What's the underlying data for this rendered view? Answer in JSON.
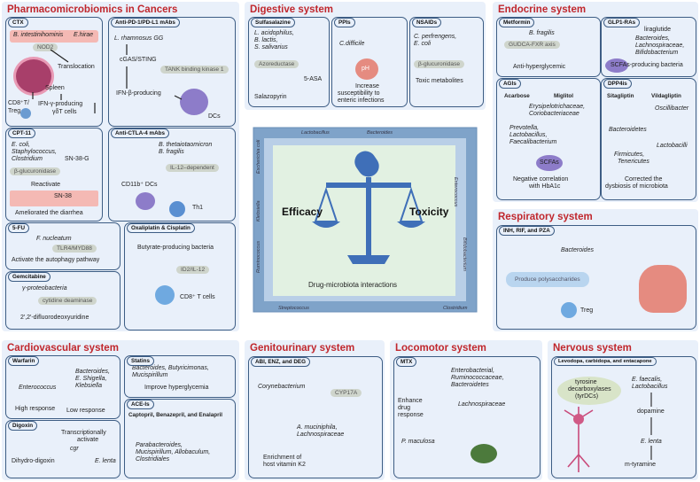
{
  "colors": {
    "panel_bg": "#e9f0fa",
    "title_red": "#c0272d",
    "border_navy": "#3d5d84",
    "enzyme_pill": "#cfd5cc",
    "scale_blue": "#3f6fb8"
  },
  "cancer": {
    "title": "Pharmacomicrobiomics in Cancers",
    "ctx": {
      "tag": "CTX",
      "b1": "B. intestinihominis",
      "b2": "E.hirae",
      "nod2": "NOD2",
      "translocation": "Translocation",
      "spleen": "Spleen",
      "cd8": "CD8⁺T/",
      "treg": "Treg",
      "ifn1": "IFN-γ-producing",
      "ifn2": "γδT cells"
    },
    "pd1": {
      "tag": "Anti-PD-1/PD-L1 mAbs",
      "lr": "L. rhamnosus GG",
      "cgas": "cGAS/STING",
      "tank": "TANK binding kinase 1",
      "ifnb": "IFN-β-producing",
      "dcs": "DCs"
    },
    "cpt": {
      "tag": "CPT-11",
      "b1": "E. coli,",
      "b2": "Staphylococcus,",
      "b3": "Clostridium",
      "sn38g": "SN-38-G",
      "enzyme": "β-glucuronidase",
      "reactivate": "Reactivate",
      "sn38": "SN-38",
      "outcome": "Ameliorated the diarrhea"
    },
    "ctla": {
      "tag": "Anti-CTLA-4 mAbs",
      "b1": "B. thetaiotaomicron",
      "b2": "B. fragilis",
      "il12": "IL-12–dependent",
      "cd11": "CD11b⁺ DCs",
      "th1": "Th1"
    },
    "fu": {
      "tag": "5-FU",
      "b1": "F. nucleatum",
      "path": "TLR4/MYD88",
      "outcome": "Activate the autophagy pathway"
    },
    "oxa": {
      "tag": "Oxaliplatin & Cisplatin",
      "b1": "Butyrate-producing bacteria",
      "path": "ID2/IL-12",
      "outcome": "CD8⁺ T cells"
    },
    "gem": {
      "tag": "Gemcitabine",
      "b1": "γ-proteobacteria",
      "enzyme": "cytidine deaminase",
      "outcome": "2′,2′-difluorodeoxyuridine"
    }
  },
  "digestive": {
    "title": "Digestive system",
    "sulfa": {
      "tag": "Sulfasalazine",
      "b1": "L. acidophilus,",
      "b2": "B. lactis,",
      "b3": "S. salivarius",
      "enzyme": "Azoreductase",
      "asa": "5-ASA",
      "drug": "Salazopyrin"
    },
    "ppi": {
      "tag": "PPIs",
      "b1": "C.difficile",
      "ph": "pH",
      "o1": "Increase",
      "o2": "susceptibility to",
      "o3": "enteric infections"
    },
    "nsaid": {
      "tag": "NSAIDs",
      "b1": "C. perfrengens,",
      "b2": "E. coli",
      "enzyme": "β-glucuronidase",
      "outcome": "Toxic metabolites"
    }
  },
  "endocrine": {
    "title": "Endocrine system",
    "met": {
      "tag": "Metformin",
      "b1": "B. fragilis",
      "axis": "GUDCA-FXR axis",
      "outcome": "Anti-hyperglycemic"
    },
    "glp": {
      "tag": "GLP1-RAs",
      "drug": "liraglutide",
      "b1": "Bacteroides,",
      "b2": "Lachnospiraceae,",
      "b3": "Bifidobacterium",
      "scfa": "SCFAs-producing bacteria"
    },
    "agi": {
      "tag": "AGIs",
      "d1": "Acarbose",
      "d2": "Miglitol",
      "b1": "Erysipelotrichaceae,",
      "b2": "Coriobacteriaceae",
      "b3": "Prevotella,",
      "b4": "Lactobacillus,",
      "b5": "Faecalibacterium",
      "scfa": "SCFAs",
      "o1": "Negative correlation",
      "o2": "with HbA1c"
    },
    "dpp": {
      "tag": "DPP4is",
      "d1": "Sitagliptin",
      "d2": "Vildagliptin",
      "b1": "Bacteroidetes",
      "b2": "Oscillibacter",
      "b3": "Firmicutes,",
      "b4": "Tenericutes",
      "b5": "Lactobacilli",
      "o1": "Corrected the",
      "o2": "dysbiosis of microbiota"
    }
  },
  "center": {
    "efficacy": "Efficacy",
    "toxicity": "Toxicity",
    "caption": "Drug-microbiota interactions",
    "bacteria": [
      "Lactobacillus",
      "Bacteroides",
      "Escherichia coli",
      "Klebsiella",
      "Ruminococcus",
      "Enterococcus",
      "Bifidobacterium",
      "Streptococcus",
      "Clostridium"
    ]
  },
  "respiratory": {
    "title": "Respiratory system",
    "tag": "INH, RIF, and PZA",
    "b1": "Bacteroides",
    "enzyme": "Produce polysaccharides",
    "outcome": "Treg"
  },
  "cardio": {
    "title": "Cardiovascular system",
    "war": {
      "tag": "Warfarin",
      "b1": "Bacteroides,",
      "b2": "E. Shigella,",
      "b3": "Klebsiella",
      "b4": "Enterococcus",
      "o1": "High response",
      "o2": "Low response"
    },
    "stat": {
      "tag": "Statins",
      "b1": "Bacteroides, Butyricimonas,",
      "b2": "Mucispirillum",
      "outcome": "Improve hyperglycemia"
    },
    "dig": {
      "tag": "Digoxin",
      "t1": "Transcriptionally",
      "t2": "activate",
      "cgr": "cgr",
      "b1": "E. lenta",
      "outcome": "Dihydro-digoxin"
    },
    "ace": {
      "tag": "ACE-Is",
      "drugs": "Captopril, Benazepril, and Enalapril",
      "b1": "Parabacteroides,",
      "b2": "Mucispirillum, Allobaculum,",
      "b3": "Clostridiales"
    }
  },
  "genito": {
    "title": "Genitourinary system",
    "tag": "ABI, ENZ, and DEG",
    "b1": "Corynebacterium",
    "enzyme": "CYP17A",
    "b2": "A. muciniphila,",
    "b3": "Lachnospiraceae",
    "o1": "Enrichment of",
    "o2": "host vitamin K2"
  },
  "locomotor": {
    "title": "Locomotor system",
    "tag": "MTX",
    "b1": "Enterobacterial,",
    "b2": "Ruminococcaceae,",
    "b3": "Bacteroidetes",
    "b4": "Lachnospiraceae",
    "e1": "Enhance",
    "e2": "drug",
    "e3": "response",
    "b5": "P. maculosa"
  },
  "nervous": {
    "title": "Nervous system",
    "tag": "Levodopa, carbidopa, and entacapone",
    "enzyme1": "tyrosine",
    "enzyme2": "decarboxylases",
    "enzyme3": "(tyrDCs)",
    "b1": "E. faecalis,",
    "b2": "Lactobacillus",
    "dopamine": "dopamine",
    "b3": "E. lenta",
    "outcome": "m-tyramine"
  }
}
